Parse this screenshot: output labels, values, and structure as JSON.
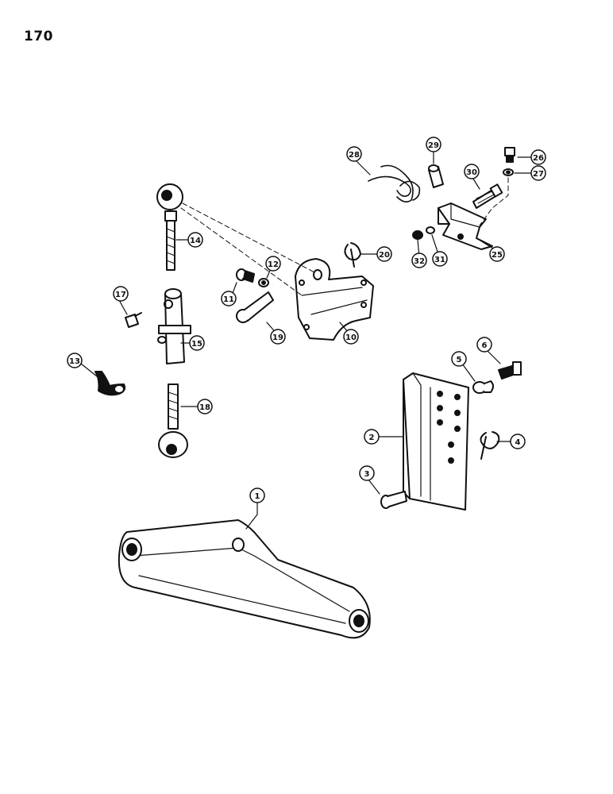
{
  "page_number": "170",
  "callouts": [
    {
      "id": "c1",
      "label": "1"
    },
    {
      "id": "c2",
      "label": "2"
    },
    {
      "id": "c3",
      "label": "3"
    },
    {
      "id": "c4",
      "label": "4"
    },
    {
      "id": "c5",
      "label": "5"
    },
    {
      "id": "c6",
      "label": "6"
    },
    {
      "id": "c10",
      "label": "10"
    },
    {
      "id": "c11",
      "label": "11"
    },
    {
      "id": "c12",
      "label": "12"
    },
    {
      "id": "c13",
      "label": "13"
    },
    {
      "id": "c14",
      "label": "14"
    },
    {
      "id": "c15",
      "label": "15"
    },
    {
      "id": "c17",
      "label": "17"
    },
    {
      "id": "c18",
      "label": "18"
    },
    {
      "id": "c19",
      "label": "19"
    },
    {
      "id": "c20",
      "label": "20"
    },
    {
      "id": "c25",
      "label": "25"
    },
    {
      "id": "c26",
      "label": "26"
    },
    {
      "id": "c27",
      "label": "27"
    },
    {
      "id": "c28",
      "label": "28"
    },
    {
      "id": "c29",
      "label": "29"
    },
    {
      "id": "c30",
      "label": "30"
    },
    {
      "id": "c31",
      "label": "31"
    },
    {
      "id": "c32",
      "label": "32"
    }
  ],
  "colors": {
    "ink": "#111111",
    "paper": "#ffffff",
    "shade": "#d8d8d8"
  }
}
